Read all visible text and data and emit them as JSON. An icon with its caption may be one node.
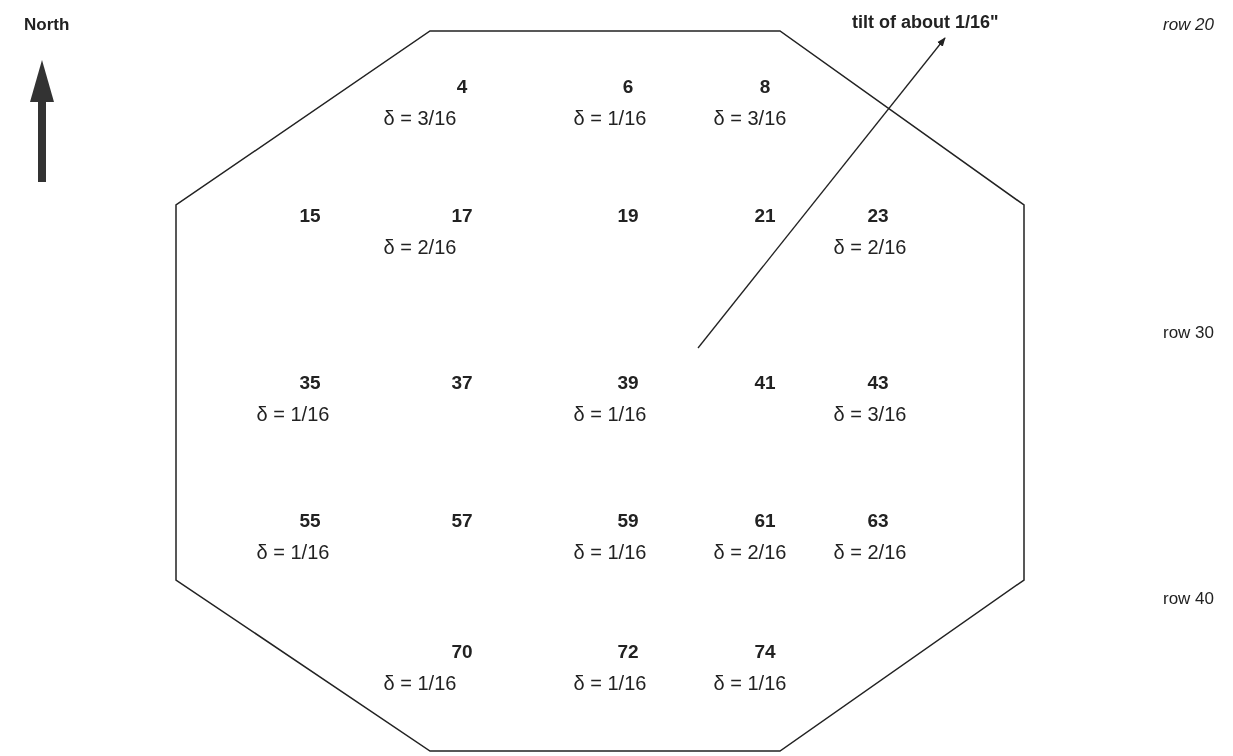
{
  "diagram": {
    "nodes": [
      {
        "text": [],
        "shape": "octagon"
      },
      {
        "text": [
          "4",
          "δ = 3/16"
        ],
        "in": 0
      },
      {
        "text": [
          "6",
          "δ = 1/16"
        ],
        "in": 0
      },
      {
        "text": [
          "8",
          "δ = 3/16"
        ],
        "in": 0
      },
      {
        "text": [
          "15"
        ],
        "in": 0
      },
      {
        "text": [
          "17",
          "δ = 2/16"
        ],
        "in": 0
      },
      {
        "text": [
          "19"
        ],
        "in": 0
      },
      {
        "text": [
          "21"
        ],
        "in": 0
      },
      {
        "text": [
          "23",
          "δ = 2/16"
        ],
        "in": 0
      },
      {
        "text": [
          "35",
          "δ = 1/16"
        ],
        "in": 0
      },
      {
        "text": [
          "37"
        ],
        "in": 0
      },
      {
        "text": [
          "39",
          "δ = 1/16"
        ],
        "in": 0
      },
      {
        "text": [
          "41"
        ],
        "in": 0
      },
      {
        "text": [
          "43",
          "δ = 3/16"
        ],
        "in": 0
      },
      {
        "text": [
          "55",
          "δ = 1/16"
        ],
        "in": 0
      },
      {
        "text": [
          "57"
        ],
        "in": 0
      },
      {
        "text": [
          "59",
          "δ = 1/16"
        ],
        "in": 0
      },
      {
        "text": [
          "61",
          "δ = 2/16"
        ],
        "in": 0
      },
      {
        "text": [
          "63",
          "δ = 2/16"
        ],
        "in": 0
      },
      {
        "text": [
          "70",
          "δ = 1/16"
        ],
        "in": 0
      },
      {
        "text": [
          "72",
          "δ = 1/16"
        ],
        "in": 0
      },
      {
        "text": [
          "74",
          "δ = 1/16"
        ],
        "in": 0
      },
      {
        "text": [
          "tilt of about 1/16\""
        ]
      }
    ],
    "edges": [
      {
        "from": null,
        "to": 22,
        "arrow": "to"
      }
    ],
    "labels": [
      "North",
      "row 20",
      "row 30",
      "row 40"
    ]
  }
}
